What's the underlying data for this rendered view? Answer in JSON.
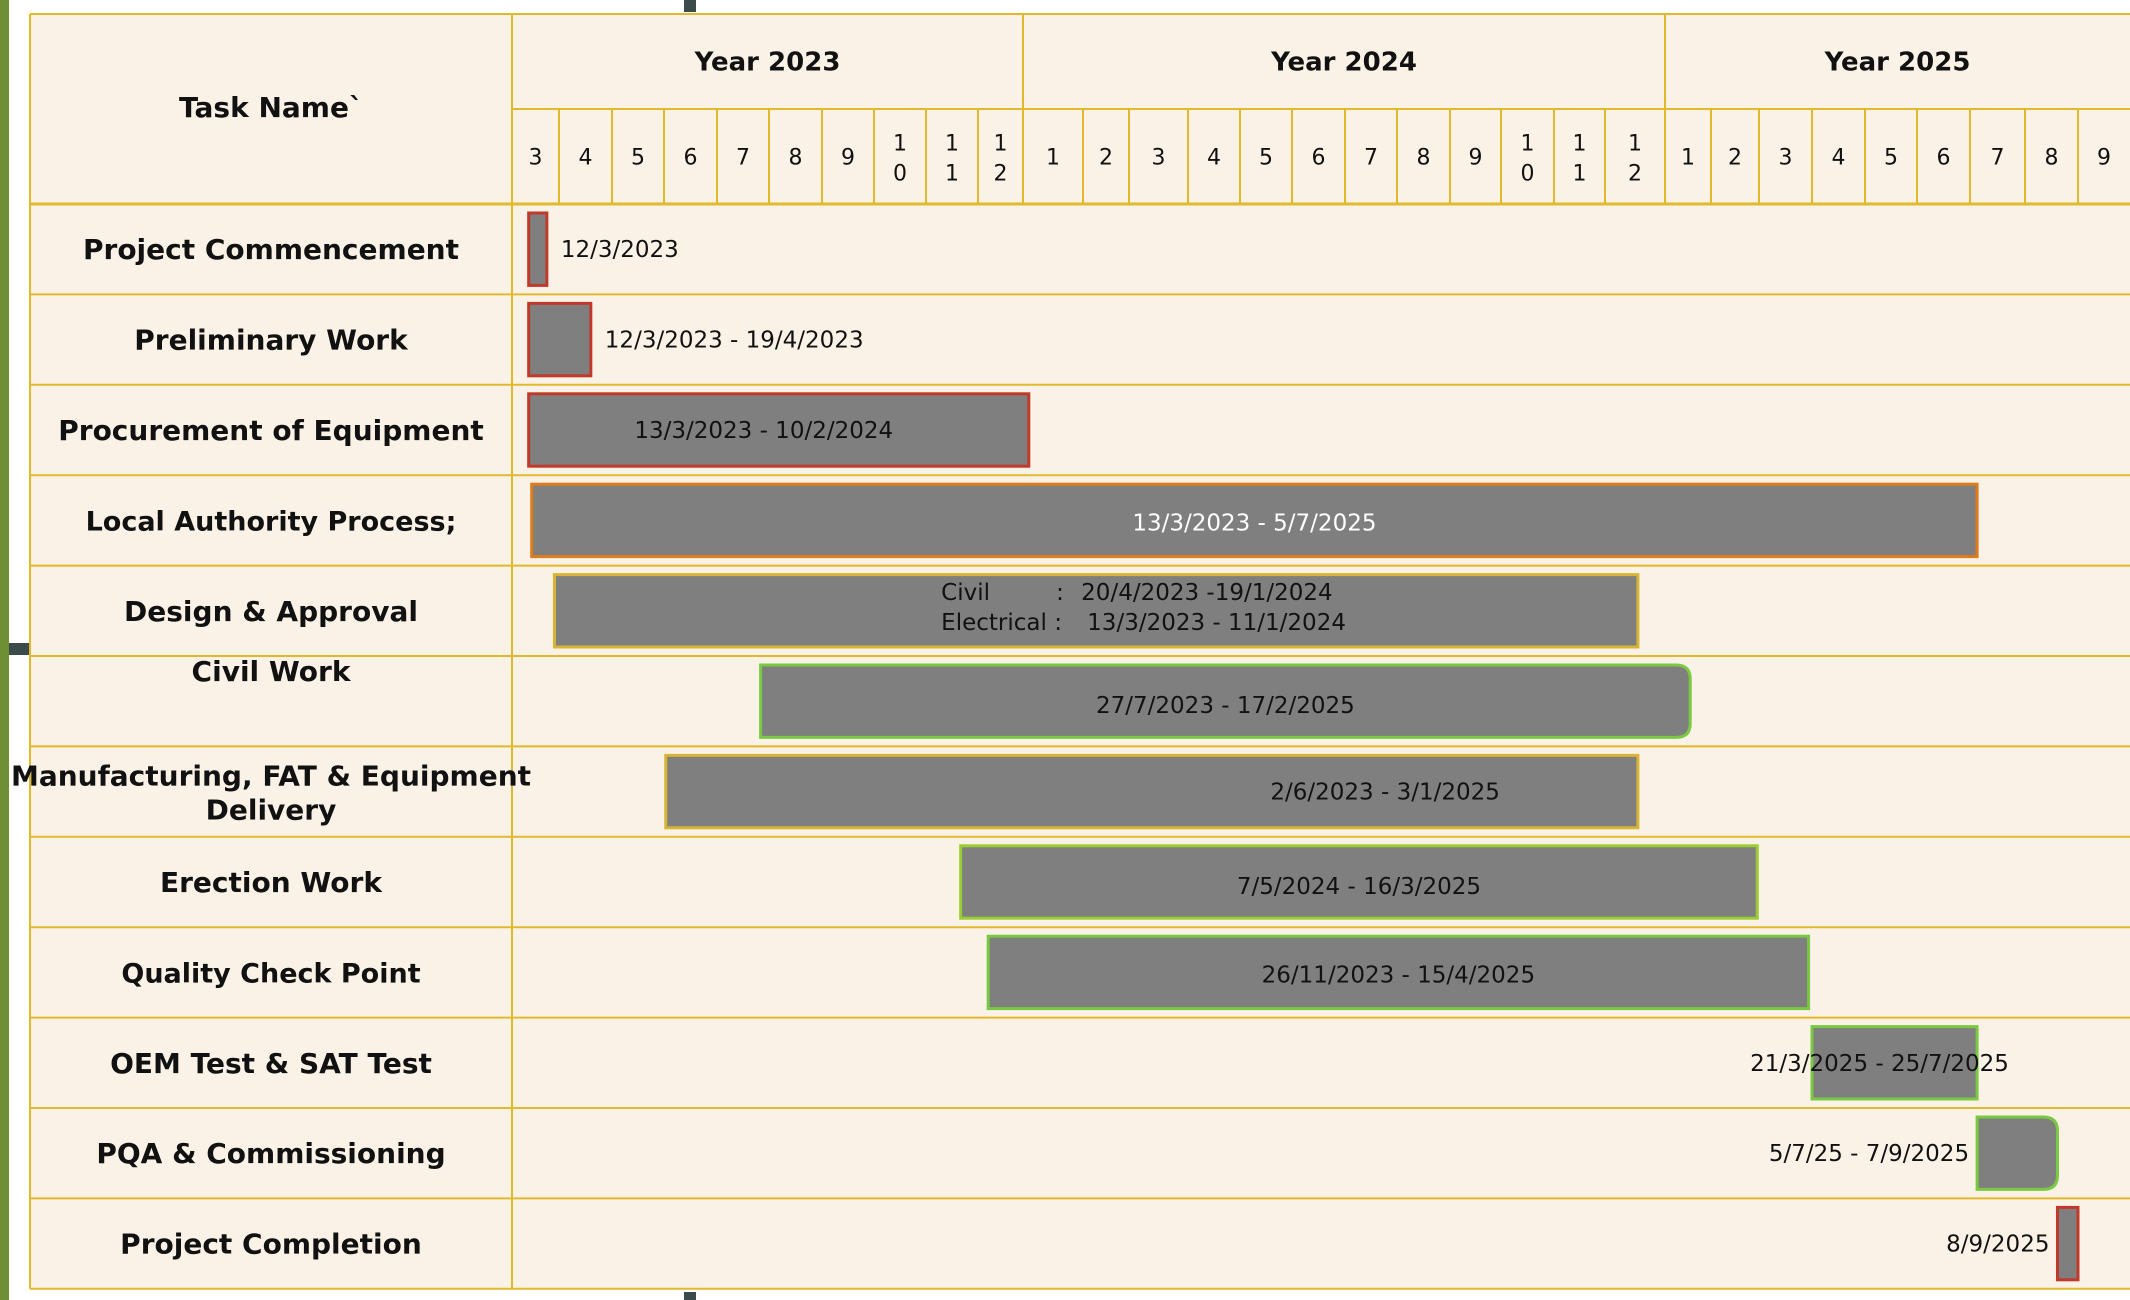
{
  "chart_data": {
    "type": "gantt",
    "task_header": "Task Name`",
    "years": [
      {
        "label": "Year 2023",
        "months": [
          "3",
          "4",
          "5",
          "6",
          "7",
          "8",
          "9",
          "10",
          "11",
          "12"
        ]
      },
      {
        "label": "Year 2024",
        "months": [
          "1",
          "2",
          "3",
          "4",
          "5",
          "6",
          "7",
          "8",
          "9",
          "10",
          "11",
          "12"
        ]
      },
      {
        "label": "Year 2025",
        "months": [
          "1",
          "2",
          "3",
          "4",
          "5",
          "6",
          "7",
          "8",
          "9"
        ]
      }
    ],
    "tasks": [
      {
        "name": "Project Commencement",
        "start": "2023-03-12",
        "end": "2023-03-24",
        "label": "12/3/2023",
        "border": "#c0392b",
        "label_pos": "after"
      },
      {
        "name": "Preliminary Work",
        "start": "2023-03-12",
        "end": "2023-04-19",
        "label": "12/3/2023 - 19/4/2023",
        "border": "#c0392b",
        "label_pos": "after"
      },
      {
        "name": "Procurement of Equipment",
        "start": "2023-03-12",
        "end": "2024-01-04",
        "label": "13/3/2023 - 10/2/2024",
        "border": "#c0392b",
        "label_pos": "inside"
      },
      {
        "name": "Local Authority Process;",
        "start": "2023-03-14",
        "end": "2025-07-05",
        "label": "13/3/2023 - 5/7/2025",
        "border": "#e07b1a",
        "label_pos": "inside",
        "label_color": "#ffffff"
      },
      {
        "name": "Design & Approval",
        "start": "2023-03-29",
        "end": "2024-12-18",
        "label_lines": [
          "Civil",
          ":",
          "20/4/2023 -19/1/2024",
          "Electrical :",
          "13/3/2023 - 11/1/2024"
        ],
        "border": "#d9b434",
        "label_pos": "inside"
      },
      {
        "name": "Civil Work",
        "start": "2023-07-27",
        "end": "2025-01-18",
        "label": "27/7/2023 - 17/2/2025",
        "border": "#7ac943",
        "label_pos": "inside"
      },
      {
        "name": "Manufacturing, FAT & Equipment Delivery",
        "start": "2023-06-02",
        "end": "2024-12-18",
        "label": "2/6/2023 - 3/1/2025",
        "border": "#d9b434",
        "label_pos": "inside"
      },
      {
        "name": "Erection Work",
        "start": "2023-11-21",
        "end": "2025-02-28",
        "label": "7/5/2024 - 16/3/2025",
        "border": "#9acd32",
        "label_pos": "inside"
      },
      {
        "name": "Quality Check Point",
        "start": "2023-12-08",
        "end": "2025-03-30",
        "label": "26/11/2023 - 15/4/2025",
        "border": "#7ac943",
        "label_pos": "inside"
      },
      {
        "name": "OEM Test & SAT Test",
        "start": "2025-04-01",
        "end": "2025-07-05",
        "label": "21/3/2025 - 25/7/2025",
        "border": "#7ac943",
        "label_pos": "overlay"
      },
      {
        "name": "PQA & Commissioning",
        "start": "2025-07-05",
        "end": "2025-08-20",
        "label": "5/7/25 - 7/9/2025",
        "border": "#7ac943",
        "label_pos": "before"
      },
      {
        "name": "Project Completion",
        "start": "2025-08-20",
        "end": "2025-09-01",
        "label": "8/9/2025",
        "border": "#c0392b",
        "label_pos": "before"
      }
    ],
    "colors": {
      "background": "#faf2e6",
      "grid": "#e2b92c",
      "bar": "#7f7f7f",
      "text": "#111111"
    }
  }
}
